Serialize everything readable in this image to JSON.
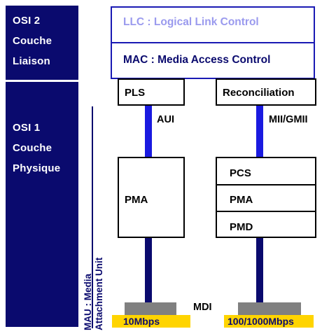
{
  "osi2": {
    "line1": "OSI 2",
    "line2": "Couche",
    "line3": "Liaison"
  },
  "osi1": {
    "line1": "OSI 1",
    "line2": "Couche",
    "line3": "Physique"
  },
  "llc": "LLC : Logical Link Control",
  "mac": "MAC : Media Access Control",
  "pls": "PLS",
  "reconciliation": "Reconciliation",
  "aui": "AUI",
  "mii": "MII/GMII",
  "pma_left": "PMA",
  "pcs": "PCS",
  "pma_right": "PMA",
  "pmd": "PMD",
  "mau": {
    "line1": "MAU : Media",
    "line2": "Attachment Unit"
  },
  "mdi": "MDI",
  "speed_left": "10Mbps",
  "speed_right": "100/1000Mbps",
  "colors": {
    "osi_background": "#0a0a6e",
    "link_blue": "#1a1ae0",
    "link_dark": "#0a0a6e",
    "llc_text": "#9a9aee",
    "mdi_gray": "#808080",
    "speed_yellow": "#ffd400"
  }
}
